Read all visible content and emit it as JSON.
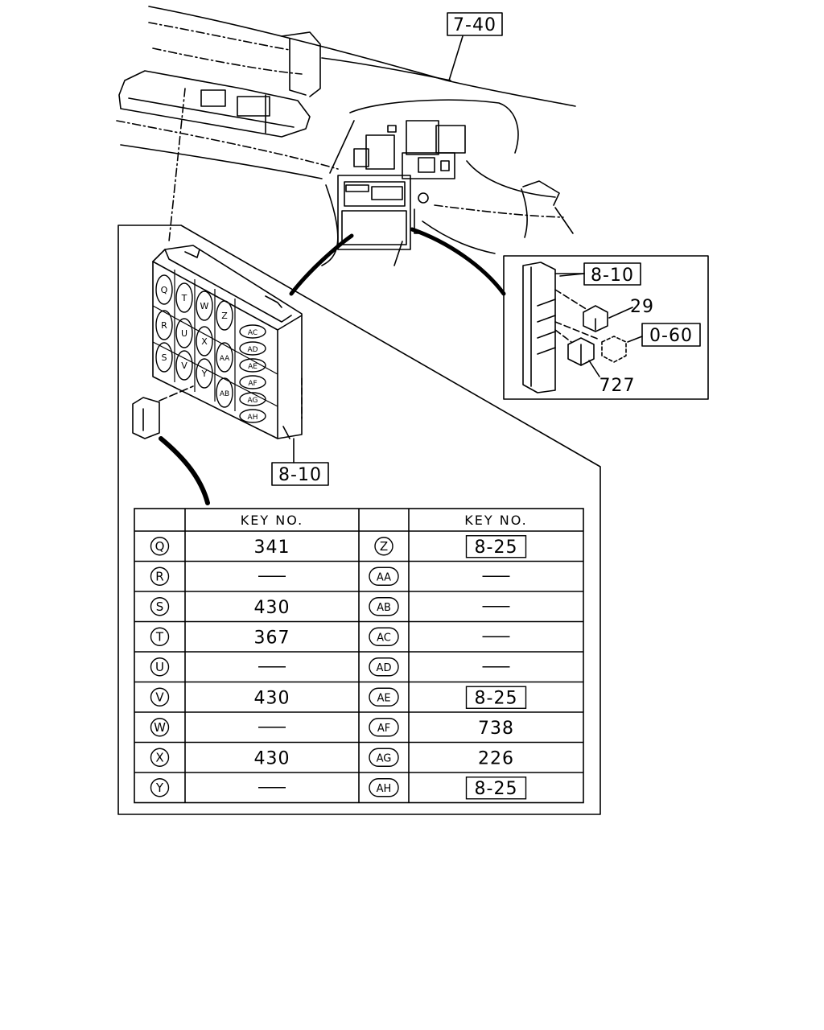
{
  "callouts": {
    "top_ref": "7-40",
    "box_ref": "8-10",
    "fuse_ref": "8-10",
    "part_29": "29",
    "part_060": "0-60",
    "part_727": "727"
  },
  "connector_letters": [
    [
      "Q",
      "T",
      "W",
      "Z"
    ],
    [
      "R",
      "U",
      "X"
    ],
    [
      "S",
      "V",
      "Y"
    ],
    [
      "AA",
      "AB"
    ],
    [
      "AC",
      "AD",
      "AE",
      "AF",
      "AG",
      "AH"
    ]
  ],
  "table": {
    "header_left": "KEY NO.",
    "header_right": "KEY NO.",
    "rows": [
      {
        "l_sym": "Q",
        "l_val": "341",
        "r_sym": "Z",
        "r_val": "8-25",
        "r_boxed": true
      },
      {
        "l_sym": "R",
        "l_val": "—",
        "r_sym": "AA",
        "r_val": "—",
        "r_boxed": false
      },
      {
        "l_sym": "S",
        "l_val": "430",
        "r_sym": "AB",
        "r_val": "—",
        "r_boxed": false
      },
      {
        "l_sym": "T",
        "l_val": "367",
        "r_sym": "AC",
        "r_val": "—",
        "r_boxed": false
      },
      {
        "l_sym": "U",
        "l_val": "—",
        "r_sym": "AD",
        "r_val": "—",
        "r_boxed": false
      },
      {
        "l_sym": "V",
        "l_val": "430",
        "r_sym": "AE",
        "r_val": "8-25",
        "r_boxed": true
      },
      {
        "l_sym": "W",
        "l_val": "—",
        "r_sym": "AF",
        "r_val": "738",
        "r_boxed": false
      },
      {
        "l_sym": "X",
        "l_val": "430",
        "r_sym": "AG",
        "r_val": "226",
        "r_boxed": false
      },
      {
        "l_sym": "Y",
        "l_val": "—",
        "r_sym": "AH",
        "r_val": "8-25",
        "r_boxed": true
      }
    ]
  }
}
